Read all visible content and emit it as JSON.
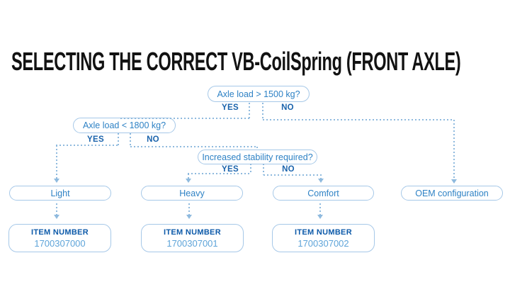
{
  "title": "SELECTING THE CORRECT VB-CoilSpring (FRONT AXLE)",
  "colors": {
    "title_text": "#121212",
    "question_text": "#2e82c5",
    "yes_no_text": "#1a63ac",
    "box_border": "#a6c8e8",
    "connector": "#8fbade",
    "item_label_text": "#0d5aa9",
    "item_number_text": "#5ea4d9",
    "background": "#ffffff"
  },
  "flowchart": {
    "questions": [
      {
        "label": "Axle load > 1500 kg?",
        "yes": "YES",
        "no": "NO"
      },
      {
        "label": "Axle load < 1800 kg?",
        "yes": "YES",
        "no": "NO"
      },
      {
        "label": "Increased stability required?",
        "yes": "YES",
        "no": "NO"
      }
    ],
    "results": [
      {
        "label": "Light"
      },
      {
        "label": "Heavy"
      },
      {
        "label": "Comfort"
      },
      {
        "label": "OEM configuration"
      }
    ],
    "items": [
      {
        "label": "ITEM NUMBER",
        "number": "1700307000"
      },
      {
        "label": "ITEM NUMBER",
        "number": "1700307001"
      },
      {
        "label": "ITEM NUMBER",
        "number": "1700307002"
      }
    ]
  }
}
